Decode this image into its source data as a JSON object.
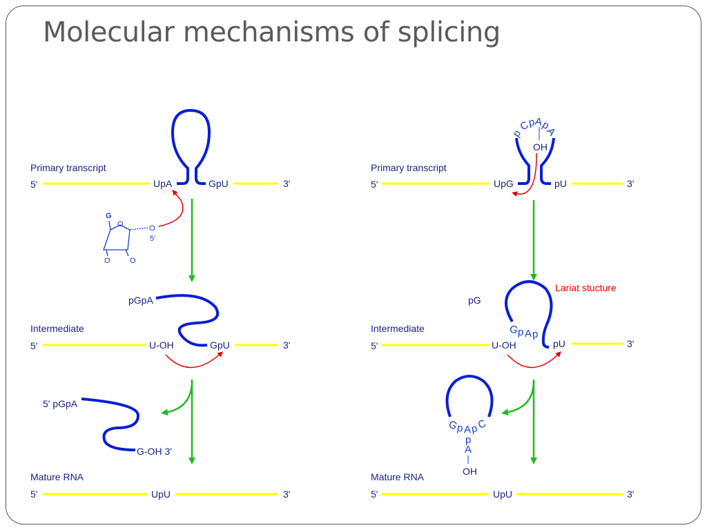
{
  "title": "Molecular mechanisms of splicing",
  "colors": {
    "exon": "#ffff00",
    "intron": "#0a1ed6",
    "arrow_green": "#22bb22",
    "arrow_red": "#e00000",
    "text": "#1a237e"
  },
  "left": {
    "primary_label": "Primary transcript",
    "five": "5'",
    "three": "3'",
    "upa": "UpA",
    "gpu": "GpU",
    "sugar_g": "G",
    "sugar_o_ring": "O",
    "sugar_o5": "O",
    "sugar_5": "5'",
    "sugar_o2": "O",
    "sugar_o3": "O",
    "pgpa": "pGpA",
    "intermediate_label": "Intermediate",
    "u_oh": "U-OH",
    "gpu2": "GpU",
    "five_pgpa": "5' pGpA",
    "g_oh3": "G-OH 3'",
    "mature_label": "Mature RNA",
    "upu": "UpU"
  },
  "right": {
    "primary_label": "Primary transcript",
    "five": "5'",
    "three": "3'",
    "upg": "UpG",
    "pu": "pU",
    "loop_p1": "p",
    "loop_c": "C",
    "loop_p2": "p",
    "loop_a1": "A",
    "loop_p3": "p",
    "loop_a2": "A",
    "oh": "OH",
    "pg": "pG",
    "lariat": "Lariat stucture",
    "g_lar": "G",
    "p_lar1": "p",
    "a_lar": "A",
    "p_lar2": "p",
    "intermediate_label": "Intermediate",
    "u_oh": "U-OH",
    "pu2": "pU",
    "g_free": "G",
    "p_free1": "p",
    "a_free": "A",
    "p_free2": "p",
    "c_free": "C",
    "p_free3": "p",
    "a_free2": "A",
    "oh_free": "OH",
    "mature_label": "Mature RNA",
    "upu": "UpU"
  }
}
